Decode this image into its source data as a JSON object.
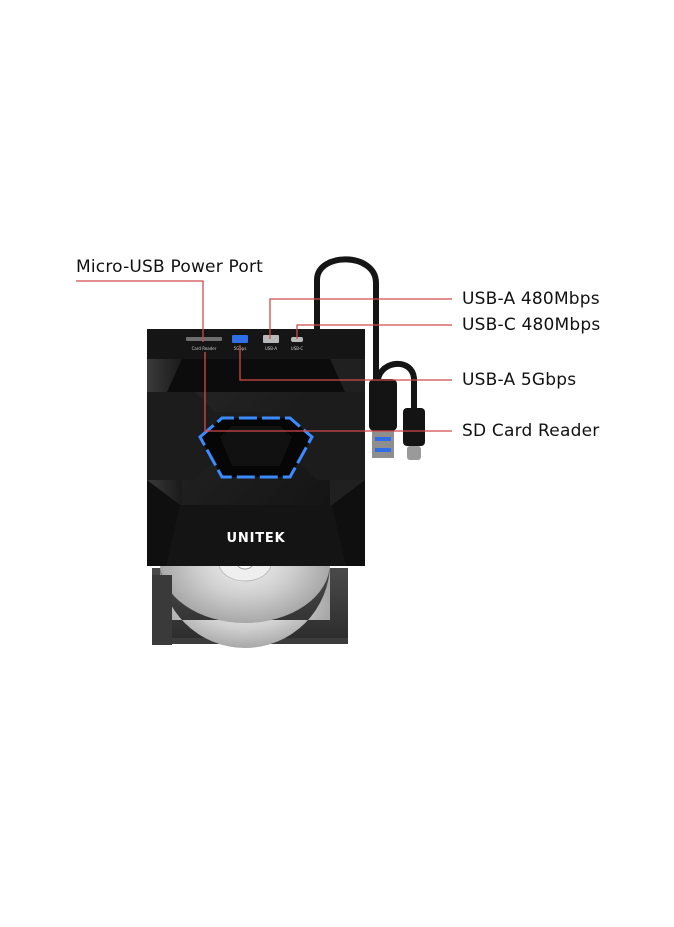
{
  "labels": {
    "micro_usb_power": "Micro-USB Power Port",
    "usb_a_480": "USB-A 480Mbps",
    "usb_c_480": "USB-C 480Mbps",
    "usb_a_5g": "USB-A 5Gbps",
    "sd_reader": "SD Card Reader"
  },
  "device": {
    "brand": "UNITEK",
    "port_labels": {
      "card_reader": "Card Reader",
      "five_gbps": "5Gbps",
      "usb_a": "USB-A",
      "usb_c": "USB-C"
    }
  },
  "colors": {
    "callout_line": "#d24a4a",
    "device_body": "#1b1b1b",
    "accent_light": "#3b8bff"
  }
}
